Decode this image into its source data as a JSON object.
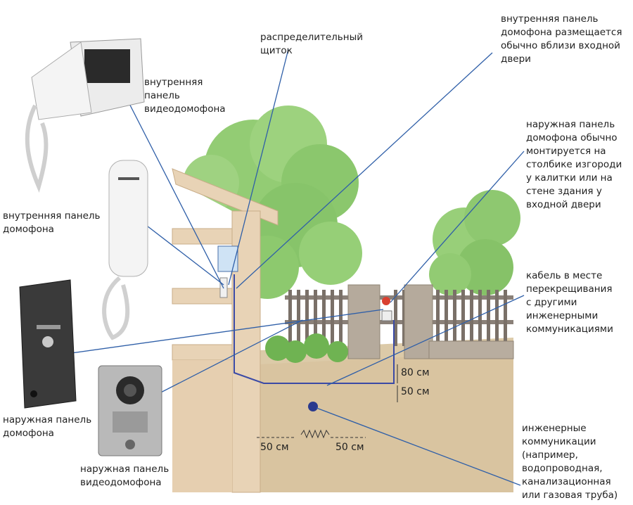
{
  "labels": {
    "distribution_board": "распределительный\nщиток",
    "indoor_panel_location": "внутренняя панель\nдомофона размещается\nобычно вблизи входной\nдвери",
    "indoor_video_panel": "внутренняя\nпанель\nвидеодомофона",
    "outdoor_panel_mounting": "наружная панель\nдомофона обычно\nмонтируется на\nстолбике изгороди\nу калитки или на\nстене здания у\nвходной двери",
    "indoor_panel": "внутренняя панель\nдомофона",
    "cable_crossing": "кабель в месте\nперекрещивания\nс другими\nинженерными\nкоммуникациями",
    "outdoor_panel": "наружная панель\nдомофона",
    "utilities": "инженерные\nкоммуникации\n(например,\nводопроводная,\nканализационная\nили газовая труба)",
    "outdoor_video_panel": "наружная панель\nвидеодомофона"
  },
  "dimensions": {
    "d80": "80 см",
    "d50_right": "50 см",
    "d50_left": "50 см",
    "d50_bottom": "50 см"
  },
  "colors": {
    "soil": "#d9c7a6",
    "house_wall": "#e9d6bb",
    "tree": "#8ac96a",
    "leader_line": "#2f5fa8",
    "cable": "#2f3f9a"
  }
}
